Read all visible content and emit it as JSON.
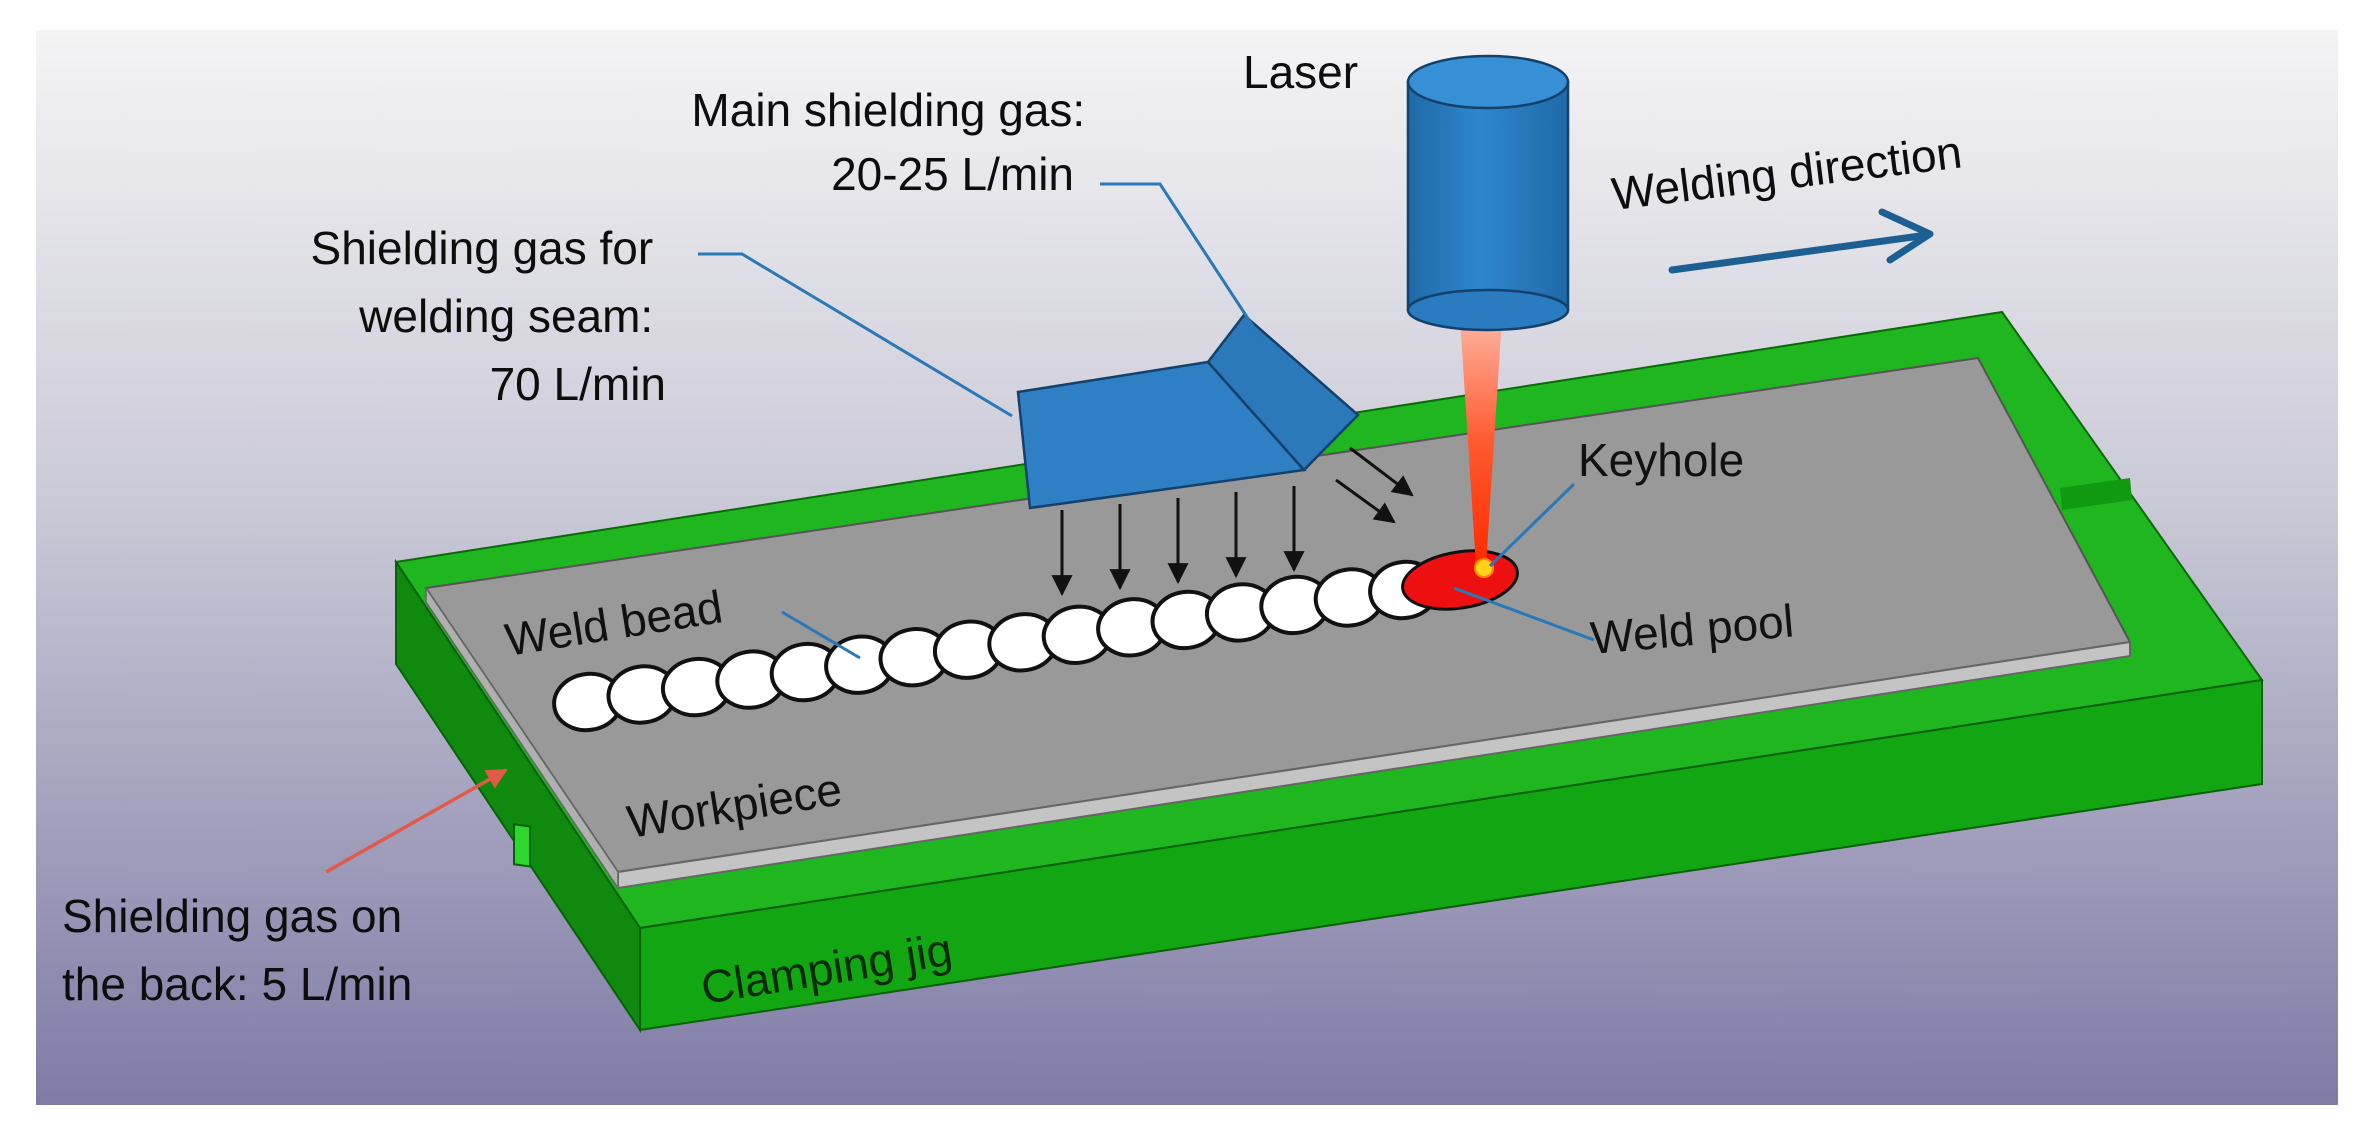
{
  "labels": {
    "laser": "Laser",
    "welding_direction": "Welding direction",
    "main_gas": [
      "Main shielding gas:",
      "20-25 L/min"
    ],
    "seam_gas": [
      "Shielding gas for",
      "welding seam:",
      "70 L/min"
    ],
    "keyhole": "Keyhole",
    "weld_pool": "Weld pool",
    "weld_bead": "Weld bead",
    "workpiece": "Workpiece",
    "back_gas": [
      "Shielding gas on",
      "the back: 5 L/min"
    ],
    "clamping_jig": "Clamping jig"
  },
  "colors": {
    "background_top": "#f2f2f3",
    "background_bottom": "#8582aa",
    "jig_green": "#1cb21c",
    "workpiece_gray": "#999999",
    "nozzle_blue": "#2e7fc4",
    "leader_blue": "#2a78b8",
    "laser_red": "#ff3010",
    "weld_pool_red": "#ee1010",
    "keyhole_yellow": "#ffd21a",
    "back_gas_arrow": "#e05a4a"
  },
  "icons": {
    "laser_head": "cylinder",
    "gas_nozzle": "nozzle-block",
    "direction": "arrow-right"
  }
}
